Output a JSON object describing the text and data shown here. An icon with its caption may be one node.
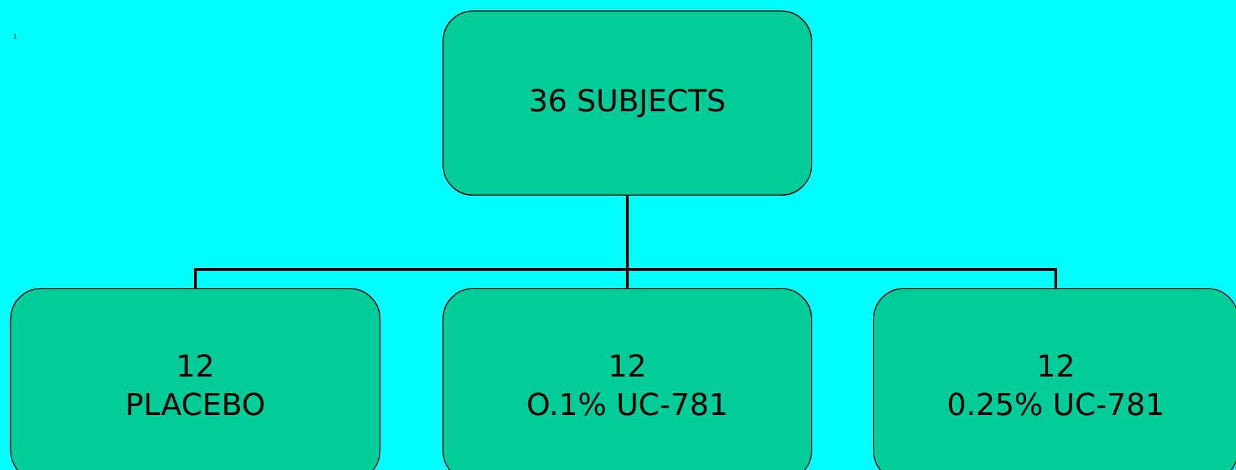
{
  "diagram": {
    "nodes": [
      {
        "text": [
          "36 SUBJECTS"
        ]
      },
      {
        "text": [
          "12",
          "PLACEBO"
        ]
      },
      {
        "text": [
          "12",
          "O.1% UC-781"
        ]
      },
      {
        "text": [
          "12",
          "0.25% UC-781"
        ]
      }
    ],
    "edges": [
      {
        "from": 0,
        "to": 1,
        "arrow": "none"
      },
      {
        "from": 0,
        "to": 2,
        "arrow": "none"
      },
      {
        "from": 0,
        "to": 3,
        "arrow": "none"
      }
    ],
    "labels": [
      "1"
    ]
  }
}
